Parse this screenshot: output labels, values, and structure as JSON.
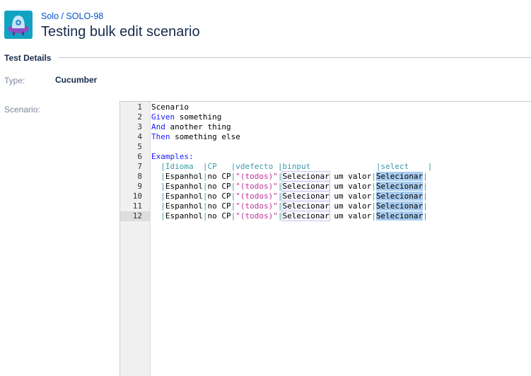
{
  "breadcrumb": "Solo / SOLO-98",
  "title": "Testing bulk edit scenario",
  "section": "Test Details",
  "type_label": "Type:",
  "type_value": "Cucumber",
  "scenario_label": "Scenario:",
  "active_line": 12,
  "lines": [
    [
      {
        "t": "Scenario",
        "c": ""
      }
    ],
    [
      {
        "t": "Given",
        "c": "kw"
      },
      {
        "t": " something",
        "c": ""
      }
    ],
    [
      {
        "t": "And",
        "c": "kw"
      },
      {
        "t": " another thing",
        "c": ""
      }
    ],
    [
      {
        "t": "Then",
        "c": "kw"
      },
      {
        "t": " something else",
        "c": ""
      }
    ],
    [],
    [
      {
        "t": "Examples:",
        "c": "kw"
      }
    ],
    [
      {
        "t": "  ",
        "c": ""
      },
      {
        "t": "|",
        "c": "pipe"
      },
      {
        "t": "Idioma  ",
        "c": "th"
      },
      {
        "t": "|",
        "c": "pipe"
      },
      {
        "t": "CP   ",
        "c": "th"
      },
      {
        "t": "|",
        "c": "pipe"
      },
      {
        "t": "vdefecto ",
        "c": "th"
      },
      {
        "t": "|",
        "c": "pipe"
      },
      {
        "t": "binput              ",
        "c": "th"
      },
      {
        "t": "|",
        "c": "pipe"
      },
      {
        "t": "select    ",
        "c": "th"
      },
      {
        "t": "|",
        "c": "pipe"
      }
    ],
    [
      {
        "t": "  ",
        "c": ""
      },
      {
        "t": "|",
        "c": "pipe"
      },
      {
        "t": "Espanhol",
        "c": ""
      },
      {
        "t": "|",
        "c": "pipe"
      },
      {
        "t": "no CP",
        "c": ""
      },
      {
        "t": "|",
        "c": "pipe"
      },
      {
        "t": "\"(todos)\"",
        "c": "str"
      },
      {
        "t": "|",
        "c": "pipe"
      },
      {
        "t": "Selecionar",
        "c": "box"
      },
      {
        "t": " um valor",
        "c": ""
      },
      {
        "t": "|",
        "c": "pipe"
      },
      {
        "t": "Selecionar",
        "c": "sel"
      },
      {
        "t": "|",
        "c": "pipe"
      }
    ],
    [
      {
        "t": "  ",
        "c": ""
      },
      {
        "t": "|",
        "c": "pipe"
      },
      {
        "t": "Espanhol",
        "c": ""
      },
      {
        "t": "|",
        "c": "pipe"
      },
      {
        "t": "no CP",
        "c": ""
      },
      {
        "t": "|",
        "c": "pipe"
      },
      {
        "t": "\"(todos)\"",
        "c": "str"
      },
      {
        "t": "|",
        "c": "pipe"
      },
      {
        "t": "Selecionar",
        "c": "box"
      },
      {
        "t": " um valor",
        "c": ""
      },
      {
        "t": "|",
        "c": "pipe"
      },
      {
        "t": "Selecionar",
        "c": "sel"
      },
      {
        "t": "|",
        "c": "pipe"
      }
    ],
    [
      {
        "t": "  ",
        "c": ""
      },
      {
        "t": "|",
        "c": "pipe"
      },
      {
        "t": "Espanhol",
        "c": ""
      },
      {
        "t": "|",
        "c": "pipe"
      },
      {
        "t": "no CP",
        "c": ""
      },
      {
        "t": "|",
        "c": "pipe"
      },
      {
        "t": "\"(todos)\"",
        "c": "str"
      },
      {
        "t": "|",
        "c": "pipe"
      },
      {
        "t": "Selecionar",
        "c": "box"
      },
      {
        "t": " um valor",
        "c": ""
      },
      {
        "t": "|",
        "c": "pipe"
      },
      {
        "t": "Selecionar",
        "c": "sel"
      },
      {
        "t": "|",
        "c": "pipe"
      }
    ],
    [
      {
        "t": "  ",
        "c": ""
      },
      {
        "t": "|",
        "c": "pipe"
      },
      {
        "t": "Espanhol",
        "c": ""
      },
      {
        "t": "|",
        "c": "pipe"
      },
      {
        "t": "no CP",
        "c": ""
      },
      {
        "t": "|",
        "c": "pipe"
      },
      {
        "t": "\"(todos)\"",
        "c": "str"
      },
      {
        "t": "|",
        "c": "pipe"
      },
      {
        "t": "Selecionar",
        "c": "box"
      },
      {
        "t": " um valor",
        "c": ""
      },
      {
        "t": "|",
        "c": "pipe"
      },
      {
        "t": "Selecionar",
        "c": "sel"
      },
      {
        "t": "|",
        "c": "pipe"
      }
    ],
    [
      {
        "t": "  ",
        "c": ""
      },
      {
        "t": "|",
        "c": "pipe"
      },
      {
        "t": "Espanhol",
        "c": ""
      },
      {
        "t": "|",
        "c": "pipe"
      },
      {
        "t": "no CP",
        "c": ""
      },
      {
        "t": "|",
        "c": "pipe"
      },
      {
        "t": "\"(todos)\"",
        "c": "str"
      },
      {
        "t": "|",
        "c": "pipe"
      },
      {
        "t": "Selecionar",
        "c": "box"
      },
      {
        "t": " um valor",
        "c": ""
      },
      {
        "t": "|",
        "c": "pipe"
      },
      {
        "t": "Selecionar",
        "c": "sel"
      },
      {
        "t": "|",
        "c": "pipe"
      }
    ]
  ]
}
